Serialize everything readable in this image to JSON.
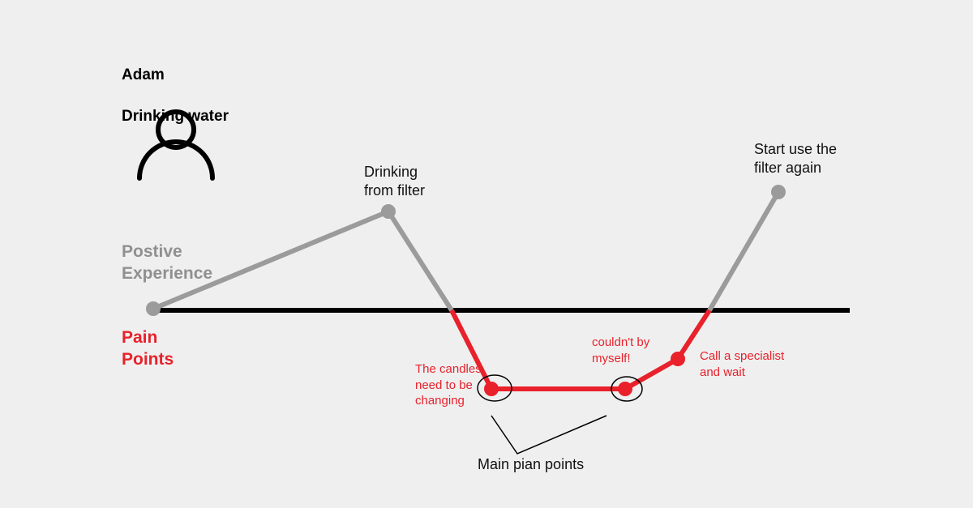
{
  "persona": {
    "name": "Adam",
    "scenario": "Drinking water",
    "icon": "user-icon"
  },
  "zones": {
    "positive": "Postive\nExperience",
    "pain": "Pain\nPoints"
  },
  "steps": [
    {
      "id": "start",
      "label": ""
    },
    {
      "id": "drinking",
      "label": "Drinking\nfrom filter"
    },
    {
      "id": "candles",
      "label": "The candles\nneed to be\nchanging"
    },
    {
      "id": "couldnt",
      "label": "couldn't by\nmyself!"
    },
    {
      "id": "specialist",
      "label": "Call a specialist\nand wait"
    },
    {
      "id": "again",
      "label": "Start use the\nfilter again"
    }
  ],
  "callout": {
    "label": "Main pian points"
  },
  "colors": {
    "background": "#efefef",
    "positive": "#9b9b9b",
    "pain": "#e8212b",
    "baseline": "#000000"
  }
}
